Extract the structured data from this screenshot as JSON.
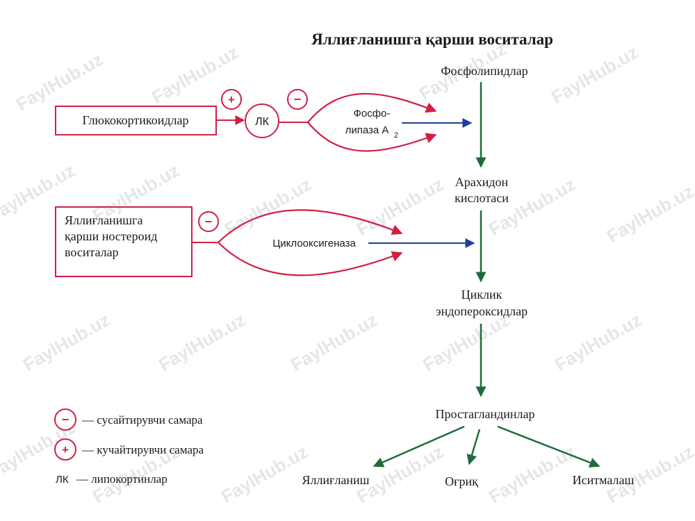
{
  "title": "Яллиғланишга қарши воситалар",
  "watermark": "FaylHub.uz",
  "colors": {
    "red": "#d01f45",
    "blue": "#1d3f9a",
    "green": "#1f6b3a"
  },
  "pathway": {
    "phospholipids": "Фосфолипидлар",
    "arachidonic_1": "Арахидон",
    "arachidonic_2": "кислотаси",
    "cyclic_1": "Циклик",
    "cyclic_2": "эндопероксидлар",
    "prostaglandins": "Простагландинлар",
    "outcomes": [
      "Яллиғланиш",
      "Оғриқ",
      "Иситмалаш"
    ]
  },
  "glucocorticoids": "Глюкокортикоидлар",
  "lk": "ЛК",
  "plus_sign": "+",
  "minus_sign": "−",
  "phospholipase_1": "Фосфо-",
  "phospholipase_2": "липаза А",
  "phospholipase_sub": "2",
  "nsaid_1": "Яллиғланишга",
  "nsaid_2": "қарши ностероид",
  "nsaid_3": "воситалар",
  "cyclooxygenase": "Циклооксигеназа",
  "legend": [
    {
      "sign": "−",
      "text": "— сусайтирувчи самара"
    },
    {
      "sign": "+",
      "text": "— кучайтирувчи самара"
    },
    {
      "sign": "ЛК",
      "text": "— липокортинлар"
    }
  ]
}
